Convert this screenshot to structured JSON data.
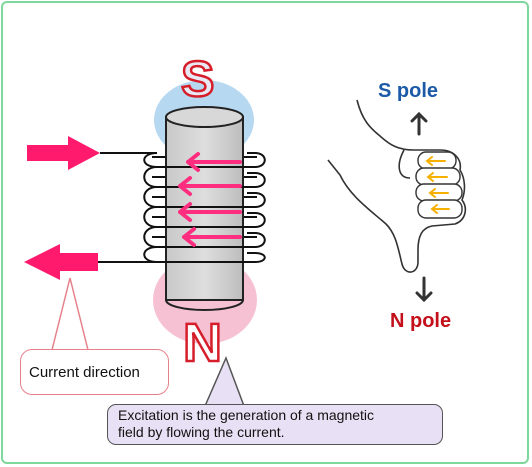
{
  "labels": {
    "s_big": "S",
    "n_big": "N",
    "s_pole": "S pole",
    "n_pole": "N pole",
    "current_direction": "Current direction",
    "excitation_line1": "Excitation is the generation of a magnetic",
    "excitation_line2": "field by flowing the current."
  },
  "colors": {
    "frame_border": "#7fd89b",
    "current_arrow": "#ff1a6e",
    "field_arrow": "#ff2d7f",
    "s_text_outline": "#d61e2a",
    "s_pole_text": "#1c5aa8",
    "n_pole_text": "#c4101a",
    "s_glow": "#a9d2ee",
    "n_glow": "#f6b6cc",
    "finger_arrow": "#f5b000",
    "callout_fill": "#e8e0f4"
  }
}
